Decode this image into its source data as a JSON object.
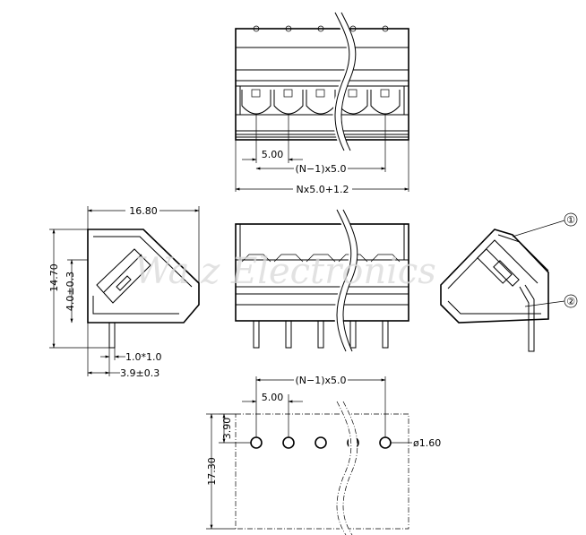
{
  "watermark": "Wa z Electronics",
  "top_view": {
    "pitch_label": "5.00",
    "span_label": "(N−1)x5.0",
    "overall_label": "Nx5.0+1.2"
  },
  "side_view": {
    "width_label": "16.80",
    "height_label": "14.70",
    "inner_height_label": "4.0±0.3",
    "pin_label": "1.0*1.0",
    "foot_label": "3.9±0.3"
  },
  "callouts": {
    "item1": "①",
    "item2": "②"
  },
  "footprint": {
    "span_label": "(N−1)x5.0",
    "pitch_label": "5.00",
    "hole_label": "ø1.60",
    "edge_label": "3.90",
    "depth_label": "17.30"
  }
}
